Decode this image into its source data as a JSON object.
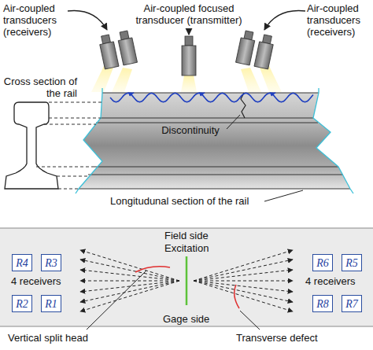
{
  "diagram": {
    "nodes": [
      {
        "text": [
          "R4"
        ]
      },
      {
        "text": [
          "R3"
        ]
      },
      {
        "text": [
          "R6"
        ]
      },
      {
        "text": [
          "R5"
        ]
      },
      {
        "text": [
          "R2"
        ]
      },
      {
        "text": [
          "R1"
        ]
      },
      {
        "text": [
          "R8"
        ]
      },
      {
        "text": [
          "R7"
        ]
      }
    ],
    "labels": [
      "Air-coupled transducers (receivers)",
      "Air-coupled focused transducer (transmitter)",
      "Air-coupled transducers (receivers)",
      "Cross section of the rail",
      "Discontinuity",
      "Longitudunal section of the rail",
      "Field side",
      "Excitation",
      "4 receivers",
      "4 receivers",
      "Gage side",
      "Vertical split head",
      "Transverse defect"
    ]
  }
}
